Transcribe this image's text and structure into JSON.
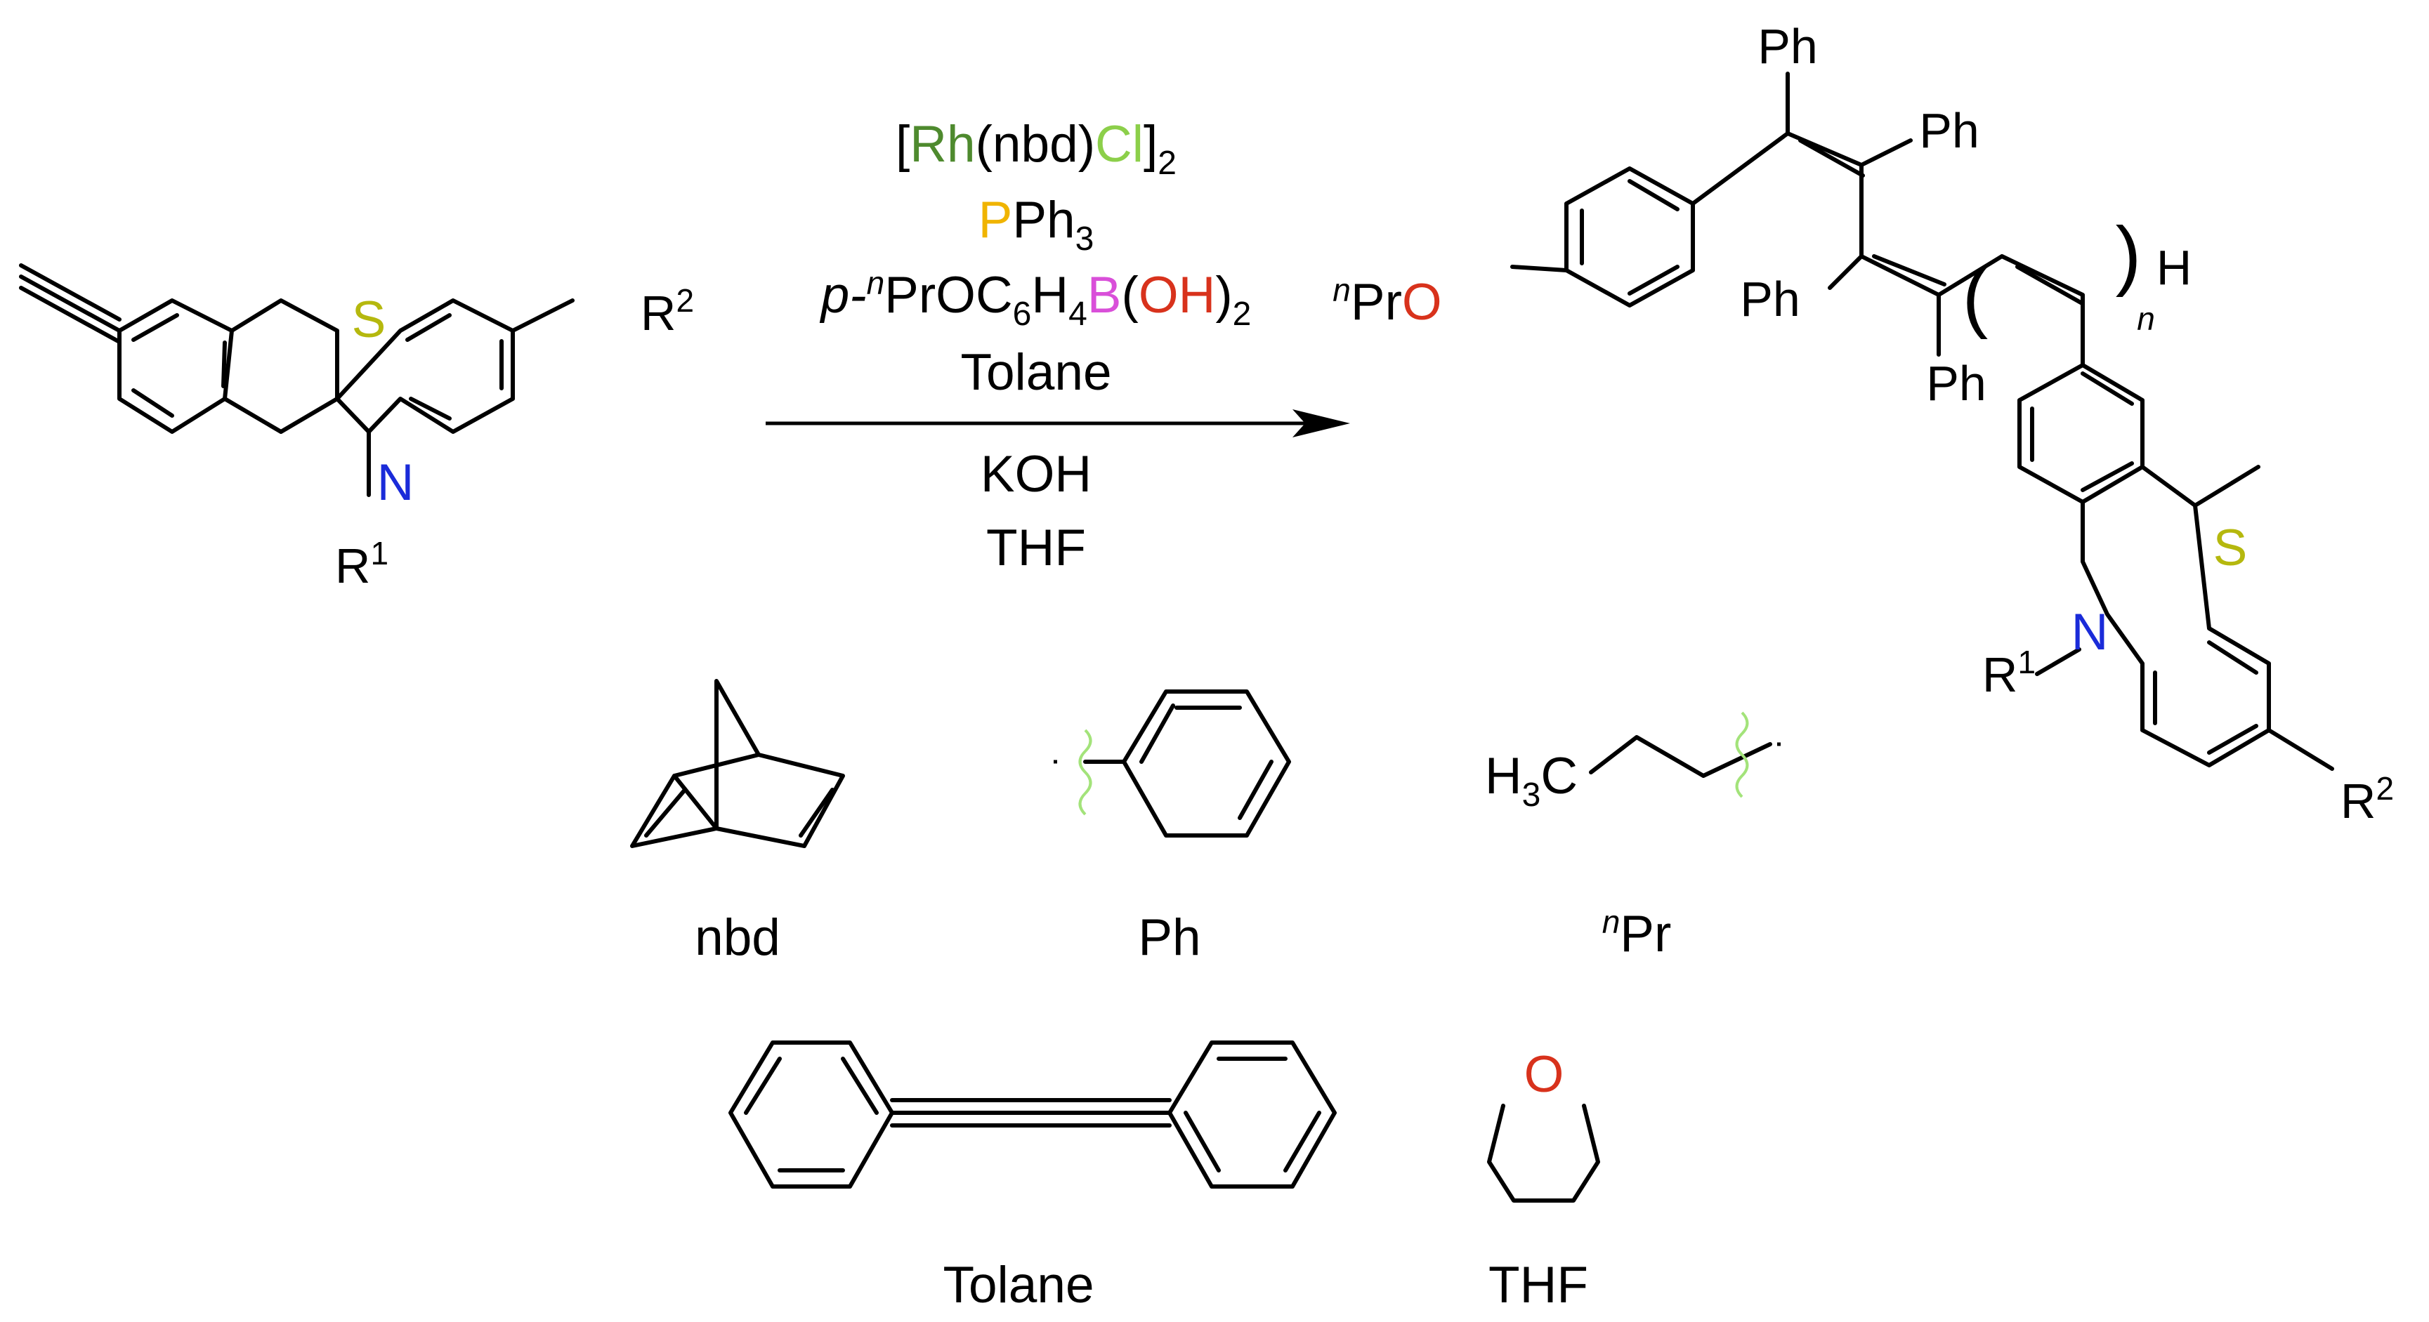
{
  "colors": {
    "sulfur": "#b5b80e",
    "nitrogen": "#1a2bd9",
    "oxygen": "#d8321c",
    "rhodium": "#4e8a2e",
    "chlorine": "#8ccf4a",
    "phosphorus": "#f0b400",
    "boron": "#d94fd9",
    "attachment": "#a3e37a"
  },
  "reactant": {
    "sulfur": "S",
    "nitrogen": "N",
    "r1": {
      "base": "R",
      "sup": "1"
    },
    "r2": {
      "base": "R",
      "sup": "2"
    }
  },
  "conditions": {
    "catalyst": {
      "open": "[",
      "rh": "Rh",
      "nbd": "(nbd)",
      "cl": "Cl",
      "close": "]",
      "sub": "2"
    },
    "ligand": {
      "p": "P",
      "ph": "Ph",
      "sub": "3"
    },
    "boronic": {
      "p": "p-",
      "n": "n",
      "pr": "PrOC",
      "six": "6",
      "h": "H",
      "four": "4",
      "b": "B",
      "paren": "(",
      "oh": "OH",
      "close": ")",
      "two": "2"
    },
    "tolane": "Tolane",
    "base": "KOH",
    "solvent": "THF"
  },
  "product": {
    "ph_labels": [
      "Ph",
      "Ph",
      "Ph",
      "Ph"
    ],
    "npr": {
      "n": "n",
      "pr": "Pr",
      "o": "O"
    },
    "end_group": "H",
    "repeat": "n",
    "sulfur": "S",
    "nitrogen": "N",
    "r1": {
      "base": "R",
      "sup": "1"
    },
    "r2": {
      "base": "R",
      "sup": "2"
    }
  },
  "legend": {
    "nbd": "nbd",
    "ph": "Ph",
    "npr": {
      "n": "n",
      "pr": "Pr",
      "h3c": {
        "h": "H",
        "sub": "3",
        "c": "C"
      }
    },
    "tolane": "Tolane",
    "thf": "THF",
    "thf_o": "O"
  }
}
